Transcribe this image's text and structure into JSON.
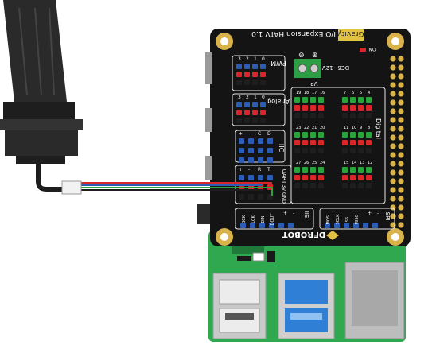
{
  "board": {
    "title_prefix": "Gravity",
    "title_suffix": "I/O Expansion HATV 1.0",
    "brand": "DFROBOT",
    "on_label": "ON"
  },
  "sections": {
    "pwm": "PWM",
    "analog": "Analog",
    "iic": "IIC",
    "uart": "UART",
    "uart_voltage": "3V GND",
    "digital": "Digital",
    "iis": "IIS",
    "spi": "SPI",
    "power": "DC6~12V",
    "vp": "VP"
  },
  "pin_labels": {
    "pwm_numbers": [
      "3",
      "2",
      "1",
      "0"
    ],
    "analog_numbers": [
      "3",
      "2",
      "1",
      "0"
    ],
    "iic_labels": [
      "+",
      "-",
      "C",
      "D"
    ],
    "uart_labels": [
      "+",
      "-",
      "R",
      "T"
    ],
    "digital_row1": [
      "19",
      "18",
      "17",
      "16"
    ],
    "digital_row2": [
      "23",
      "22",
      "21",
      "20"
    ],
    "digital_row3": [
      "27",
      "26",
      "25",
      "24"
    ],
    "digital_right1": [
      "7",
      "6",
      "5",
      "4"
    ],
    "digital_right2": [
      "11",
      "10",
      "9",
      "8"
    ],
    "digital_right3": [
      "15",
      "14",
      "13",
      "12"
    ],
    "iis_labels": [
      "BCK",
      "LCK",
      "DIN",
      "DOUT",
      "+",
      "-"
    ],
    "spi_labels": [
      "MOSI",
      "SCLK",
      "SS",
      "MISO",
      "+",
      "-"
    ],
    "power_symbols": [
      "⊖",
      "⊕"
    ]
  },
  "colors": {
    "pcb_black": "#141414",
    "pcb_green": "#2fa84f",
    "header_red": "#d8262b",
    "header_green": "#29a33a",
    "header_blue": "#2b5db6",
    "header_black": "#1e1e1e",
    "gold": "#d8b24a",
    "usb_blue": "#2f7fd6",
    "sensor": "#2a2a2a"
  }
}
